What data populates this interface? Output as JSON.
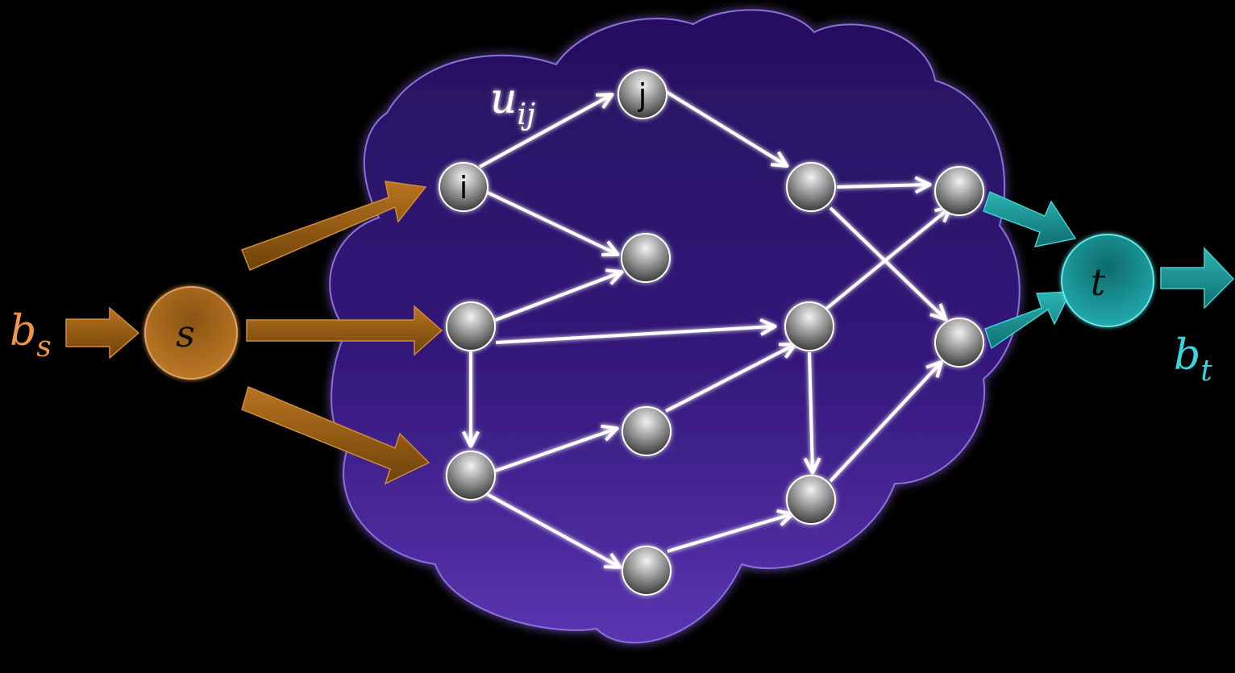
{
  "diagram": {
    "source": {
      "label": "s",
      "supply_label": "b",
      "supply_sub": "s"
    },
    "sink": {
      "label": "t",
      "demand_label": "b",
      "demand_sub": "t"
    },
    "capacity_label": {
      "main": "u",
      "sub": "ij"
    },
    "nodes": [
      {
        "id": "i",
        "label": "i"
      },
      {
        "id": "j",
        "label": "j"
      },
      {
        "id": "n3",
        "label": ""
      },
      {
        "id": "n4",
        "label": ""
      },
      {
        "id": "n5",
        "label": ""
      },
      {
        "id": "n6",
        "label": ""
      },
      {
        "id": "n7",
        "label": ""
      },
      {
        "id": "n8",
        "label": ""
      },
      {
        "id": "n9",
        "label": ""
      },
      {
        "id": "n10",
        "label": ""
      },
      {
        "id": "n11",
        "label": ""
      },
      {
        "id": "n12",
        "label": ""
      }
    ],
    "edges": [
      [
        "i",
        "j"
      ],
      [
        "i",
        "n4"
      ],
      [
        "j",
        "n3"
      ],
      [
        "n5",
        "n4"
      ],
      [
        "n5",
        "n7"
      ],
      [
        "n5",
        "n6"
      ],
      [
        "n6",
        "n8"
      ],
      [
        "n6",
        "n9"
      ],
      [
        "n8",
        "n7"
      ],
      [
        "n9",
        "n10"
      ],
      [
        "n3",
        "n11"
      ],
      [
        "n3",
        "n12"
      ],
      [
        "n7",
        "n11"
      ],
      [
        "n7",
        "n10"
      ],
      [
        "n10",
        "n12"
      ]
    ],
    "colors": {
      "source": "#a96a1c",
      "sink": "#1a9b9b",
      "cloud": "#3a1f8a",
      "supply_text": "#f0954b",
      "demand_text": "#35d8e0"
    }
  }
}
